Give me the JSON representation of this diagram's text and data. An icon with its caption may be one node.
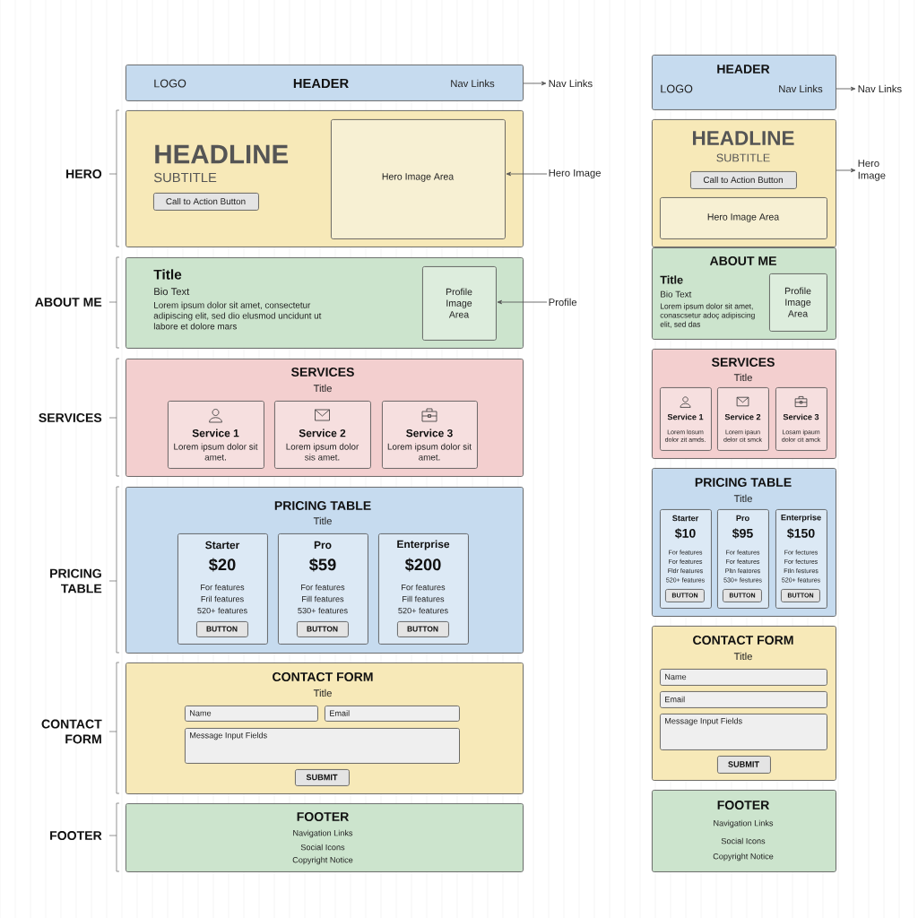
{
  "diagram": {
    "nodes": [
      {
        "text": [
          "LOGO",
          "HEADER",
          "Nav Links"
        ]
      },
      {
        "text": [
          "Nav Links"
        ]
      },
      {
        "text": [
          "HEADLINE",
          "SUBTITLE"
        ]
      },
      {
        "text": [
          "Call to Action Button"
        ],
        "in": 2
      },
      {
        "text": [
          "Hero Image Area"
        ],
        "in": 2
      },
      {
        "text": [
          "Hero Image"
        ]
      },
      {
        "text": [
          "Title",
          "Bio Text",
          "Lorem ipsum dolor sit amet, consectetur adipiscing elit, sed dio elusmod uncidunt ut labore et dolore mars"
        ]
      },
      {
        "text": [
          "Profile Image Area"
        ],
        "in": 6
      },
      {
        "text": [
          "Profile"
        ]
      },
      {
        "text": [
          "SERVICES",
          "Title"
        ]
      },
      {
        "text": [
          "Service 1",
          "Lorem ipsum dolor sit amet."
        ],
        "in": 9
      },
      {
        "text": [
          "Service 2",
          "Lorem ipsum dolor sis amet."
        ],
        "in": 9
      },
      {
        "text": [
          "Service 3",
          "Lorem ipsum dolor sit amet."
        ],
        "in": 9
      },
      {
        "text": [
          "PRICING TABLE",
          "Title"
        ]
      },
      {
        "text": [
          "Starter",
          "$20",
          "For features",
          "Fril features",
          "520+ features"
        ],
        "in": 13
      },
      {
        "text": [
          "BUTTON"
        ],
        "in": 14
      },
      {
        "text": [
          "Pro",
          "$59",
          "For features",
          "Fill features",
          "530+ features"
        ],
        "in": 13
      },
      {
        "text": [
          "BUTTON"
        ],
        "in": 16
      },
      {
        "text": [
          "Enterprise",
          "$200",
          "For features",
          "Fill features",
          "520+ features"
        ],
        "in": 13
      },
      {
        "text": [
          "BUTTON"
        ],
        "in": 18
      },
      {
        "text": [
          "CONTACT FORM",
          "Title"
        ]
      },
      {
        "text": [
          "Name"
        ],
        "in": 20
      },
      {
        "text": [
          "Email"
        ],
        "in": 20
      },
      {
        "text": [
          "Message Input Fields"
        ],
        "in": 20
      },
      {
        "text": [
          "SUBMIT"
        ],
        "in": 20
      },
      {
        "text": [
          "FOOTER",
          "Navigation Links",
          "Social Icons",
          "Copyright Notice"
        ]
      },
      {
        "text": [
          "HEADER",
          "LOGO",
          "Nav Links"
        ]
      },
      {
        "text": [
          "Nav Links"
        ]
      },
      {
        "text": [
          "HEADLINE",
          "SUBTITLE"
        ]
      },
      {
        "text": [
          "Call to Action Button"
        ],
        "in": 28
      },
      {
        "text": [
          "Hero Image Area"
        ],
        "in": 28
      },
      {
        "text": [
          "Hero Image"
        ]
      },
      {
        "text": [
          "ABOUT ME",
          "Title",
          "Bio Text",
          "Lorem ipsum dolor sit amet, conascsetur adoç adipiscing elit, sed das"
        ]
      },
      {
        "text": [
          "Profile Image Area"
        ],
        "in": 32
      },
      {
        "text": [
          "SERVICES",
          "Title"
        ]
      },
      {
        "text": [
          "Service 1",
          "Lorem losum dolor zit amds."
        ],
        "in": 34
      },
      {
        "text": [
          "Service 2",
          "Lorem ipaun delor cit smck"
        ],
        "in": 34
      },
      {
        "text": [
          "Service 3",
          "Losam ipaum dolor cit amck"
        ],
        "in": 34
      },
      {
        "text": [
          "PRICING TABLE",
          "Title"
        ]
      },
      {
        "text": [
          "Starter",
          "$10",
          "For features",
          "For features",
          "Fldr features",
          "520+ features"
        ],
        "in": 38
      },
      {
        "text": [
          "BUTTON"
        ],
        "in": 39
      },
      {
        "text": [
          "Pro",
          "$95",
          "For features",
          "For features",
          "Pltn featores",
          "530+ festures"
        ],
        "in": 38
      },
      {
        "text": [
          "BUTTON"
        ],
        "in": 41
      },
      {
        "text": [
          "Enterprise",
          "$150",
          "For fectures",
          "For fectures",
          "Ftln festures",
          "520+ features"
        ],
        "in": 38
      },
      {
        "text": [
          "BUTTON"
        ],
        "in": 43
      },
      {
        "text": [
          "CONTACT FORM",
          "Title"
        ]
      },
      {
        "text": [
          "Name"
        ],
        "in": 45
      },
      {
        "text": [
          "Email"
        ],
        "in": 45
      },
      {
        "text": [
          "Message Input Fields"
        ],
        "in": 45
      },
      {
        "text": [
          "SUBMIT"
        ],
        "in": 45
      },
      {
        "text": [
          "FOOTER",
          "Navigation Links",
          "Social Icons",
          "Copyright Notice"
        ]
      }
    ],
    "edges": [
      {
        "from": 0,
        "to": 1,
        "arrow": "to"
      },
      {
        "from": 5,
        "to": 4,
        "arrow": "to"
      },
      {
        "from": 8,
        "to": 7,
        "arrow": "to"
      },
      {
        "from": 26,
        "to": 27,
        "arrow": "to"
      },
      {
        "from": 28,
        "to": 31,
        "arrow": "to"
      }
    ],
    "labels": [
      "HERO",
      "ABOUT ME",
      "SERVICES",
      "PRICING TABLE",
      "CONTACT FORM",
      "FOOTER"
    ]
  }
}
